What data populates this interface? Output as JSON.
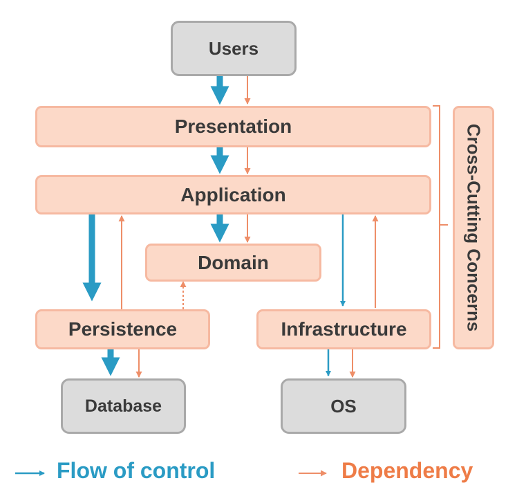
{
  "nodes": {
    "users": "Users",
    "presentation": "Presentation",
    "application": "Application",
    "domain": "Domain",
    "persistence": "Persistence",
    "infrastructure": "Infrastructure",
    "database": "Database",
    "os": "OS"
  },
  "cross_cutting": "Cross-Cutting Concerns",
  "legend": {
    "flow": "Flow of control",
    "dependency": "Dependency"
  },
  "colors": {
    "flow": "#2a9bc4",
    "dependency": "#ee8e68",
    "layer_fill": "#fcd9c8",
    "layer_border": "#f6b9a1",
    "external_fill": "#dcdcdc"
  }
}
